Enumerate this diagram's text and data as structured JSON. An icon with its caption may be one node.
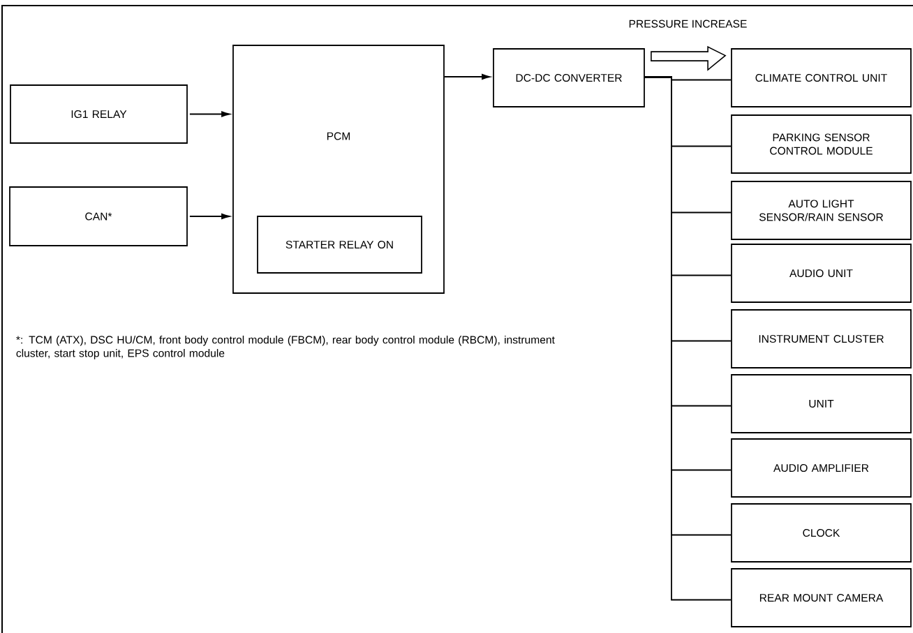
{
  "diagram": {
    "nodes": [
      {
        "text": [
          "IG1 RELAY"
        ]
      },
      {
        "text": [
          "CAN*"
        ]
      },
      {
        "text": [
          "PCM"
        ]
      },
      {
        "text": [
          "STARTER RELAY ON"
        ],
        "in": 2
      },
      {
        "text": [
          "DC-DC CONVERTER"
        ]
      },
      {
        "text": [
          "CLIMATE CONTROL UNIT"
        ]
      },
      {
        "text": [
          "PARKING SENSOR CONTROL MODULE"
        ]
      },
      {
        "text": [
          "AUTO LIGHT SENSOR/RAIN SENSOR"
        ]
      },
      {
        "text": [
          "AUDIO UNIT"
        ]
      },
      {
        "text": [
          "INSTRUMENT CLUSTER"
        ]
      },
      {
        "text": [
          "UNIT"
        ]
      },
      {
        "text": [
          "AUDIO AMPLIFIER"
        ]
      },
      {
        "text": [
          "CLOCK"
        ]
      },
      {
        "text": [
          "REAR MOUNT CAMERA"
        ]
      }
    ],
    "edges": [
      {
        "from": 0,
        "to": 2,
        "arrow": "to"
      },
      {
        "from": 1,
        "to": 2,
        "arrow": "to"
      },
      {
        "from": 2,
        "to": 4,
        "arrow": "to"
      },
      {
        "from": 4,
        "to": 5,
        "arrow": "to",
        "style": "thick",
        "label": "PRESSURE INCREASE"
      },
      {
        "from": 4,
        "to": 5,
        "arrow": "none"
      },
      {
        "from": 4,
        "to": 6,
        "arrow": "none"
      },
      {
        "from": 4,
        "to": 7,
        "arrow": "none"
      },
      {
        "from": 4,
        "to": 8,
        "arrow": "none"
      },
      {
        "from": 4,
        "to": 9,
        "arrow": "none"
      },
      {
        "from": 4,
        "to": 10,
        "arrow": "none"
      },
      {
        "from": 4,
        "to": 11,
        "arrow": "none"
      },
      {
        "from": 4,
        "to": 12,
        "arrow": "none"
      },
      {
        "from": 4,
        "to": 13,
        "arrow": "none"
      }
    ],
    "labels": [
      "*: TCM (ATX), DSC HU/CM, front body control module (FBCM), rear body control module (RBCM), instrument cluster, start stop unit, EPS control module"
    ]
  }
}
